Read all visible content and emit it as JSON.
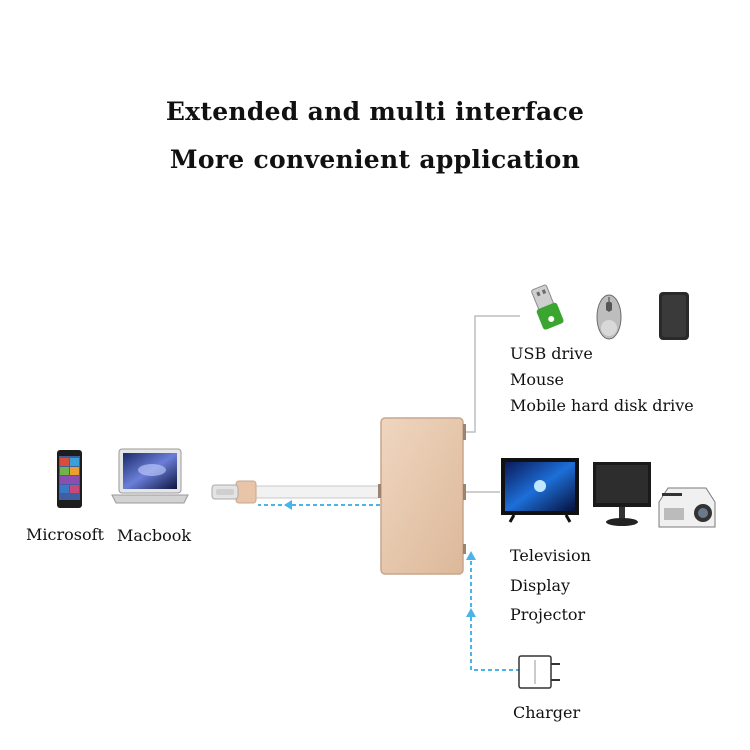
{
  "headline": {
    "line1": "Extended and multi interface",
    "line2": "More convenient application"
  },
  "sources": {
    "phone_label": "Microsoft",
    "laptop_label": "Macbook"
  },
  "usb_group": {
    "line1": "USB drive",
    "line2": "Mouse",
    "line3": "Mobile hard disk drive"
  },
  "video_group": {
    "line1": "Television",
    "line2": "Display",
    "line3": "Projector"
  },
  "power": {
    "charger_label": "Charger"
  },
  "colors": {
    "hub_body": "#e6c7ad",
    "flow_line": "#4ab3e8",
    "connector_line": "#bdbdbd",
    "usb_green": "#3aa52f"
  }
}
